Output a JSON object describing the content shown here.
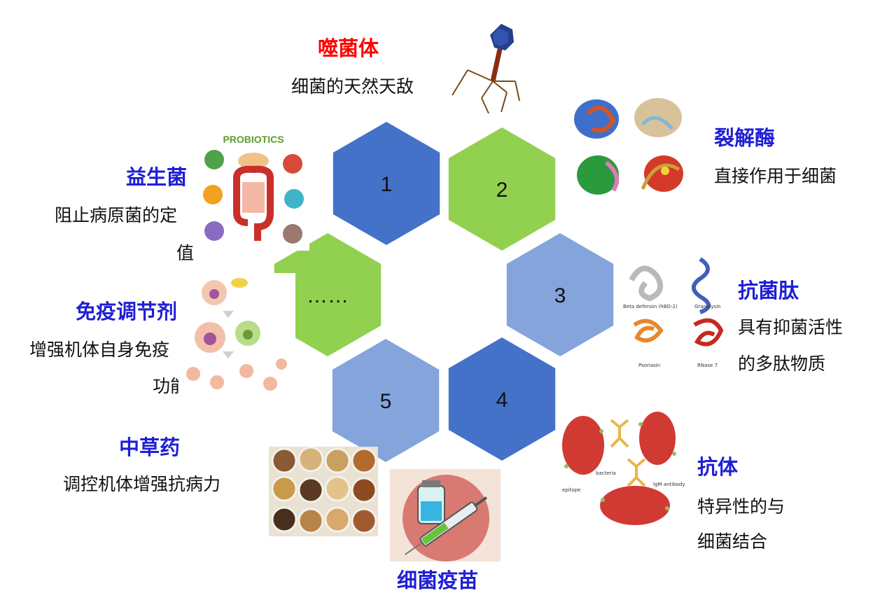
{
  "hexagons": [
    {
      "label": "1",
      "color": "#4472c8"
    },
    {
      "label": "2",
      "color": "#92d050"
    },
    {
      "label": "3",
      "color": "#85a4dc"
    },
    {
      "label": "4",
      "color": "#4472c8"
    },
    {
      "label": "5",
      "color": "#85a4dc"
    },
    {
      "label": "……",
      "color": "#92d050"
    }
  ],
  "colors": {
    "title_red": "#ff0000",
    "title_blue": "#1f1fd6"
  },
  "items": {
    "phage": {
      "title": "噬菌体",
      "desc": "细菌的天然天敌",
      "image": "bacteriophage-illustration"
    },
    "lysin": {
      "title": "裂解酶",
      "desc": "直接作用于细菌",
      "image": "lysin-protein-structures"
    },
    "amp": {
      "title": "抗菌肽",
      "desc": [
        "具有抑菌活性",
        "的多肽物质"
      ],
      "image": "antimicrobial-peptide-structures",
      "image_labels": [
        "Beta defensin (hBD-2)",
        "Granulysin",
        "Psoriasin",
        "RNase 7"
      ]
    },
    "antibody": {
      "title": "抗体",
      "desc": [
        "特异性的与",
        "细菌结合"
      ],
      "image": "antibody-binding-bacteria",
      "image_labels": [
        "bacteria",
        "epitope",
        "IgM antibody"
      ]
    },
    "vaccine": {
      "title": "细菌疫苗",
      "image": "vaccine-vial-and-syringe"
    },
    "herbal": {
      "title": "中草药",
      "desc": "调控机体增强抗病力",
      "image": "herbal-medicine-bowls"
    },
    "immune": {
      "title": "免疫调节剂",
      "desc": [
        "增强机体自身免疫",
        "功能"
      ],
      "image": "immune-cell-diagram"
    },
    "probiotics": {
      "title": "益生菌",
      "desc": [
        "阻止病原菌的定",
        "值"
      ],
      "image": "probiotics-gut-poster",
      "image_title": "PROBIOTICS"
    }
  }
}
